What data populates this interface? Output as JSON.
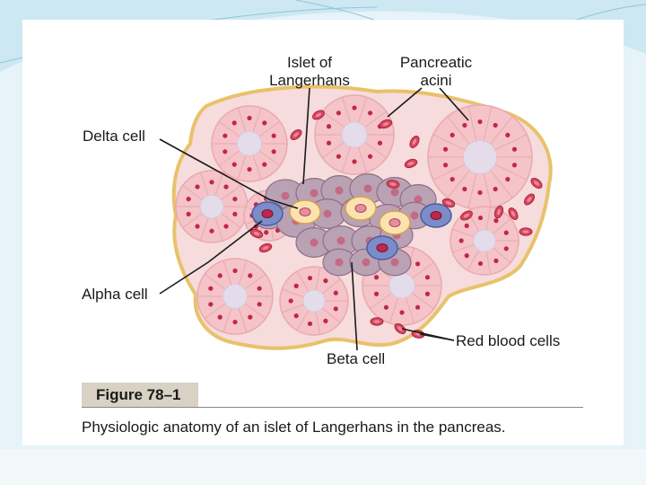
{
  "labels": {
    "islet": [
      "Islet of",
      "Langerhans"
    ],
    "acini": [
      "Pancreatic",
      "acini"
    ],
    "delta": "Delta cell",
    "alpha": "Alpha cell",
    "beta": "Beta cell",
    "rbc": "Red blood cells"
  },
  "figure": {
    "title": "Figure 78–1",
    "caption": "Physiologic anatomy of an islet of Langerhans in the pancreas."
  },
  "colors": {
    "tissue_outline": "#e8c26a",
    "interstitium": "#f6dcdc",
    "acinar_cell": "#f4c4c8",
    "lumen": "#e4dcea",
    "nucleus": "#c2264a",
    "islet_cell": "#b9a2b4",
    "beta_nucleus": "#c46a84",
    "delta_cell": "#fbe3b0",
    "alpha_cell": "#7b8cc8",
    "rbc": "#d9475f",
    "figure_band": "#d8d1c4"
  }
}
